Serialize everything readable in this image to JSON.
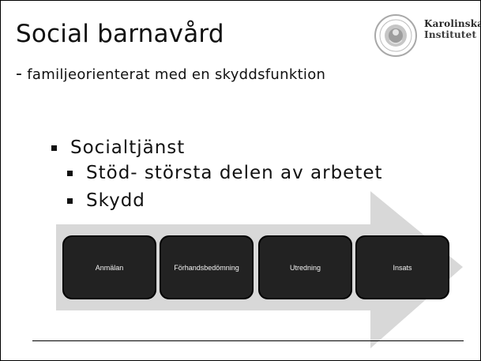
{
  "slide": {
    "title": "Social barnavård",
    "subtitle_dash": "-",
    "subtitle": "familjeorienterat med en skyddsfunktion"
  },
  "bullets": [
    {
      "text": "Socialtjänst",
      "level": 1
    },
    {
      "text": "Stöd- största delen av arbetet",
      "level": 2
    },
    {
      "text": "Skydd",
      "level": 2
    }
  ],
  "process": {
    "steps": [
      "Anmälan",
      "Förhandsbedömning",
      "Utredning",
      "Insats"
    ]
  },
  "logo": {
    "line1": "Karolinska",
    "line2": "Institutet"
  },
  "colors": {
    "arrow": "#d8d8d8",
    "box": "#222222",
    "text": "#111111"
  }
}
